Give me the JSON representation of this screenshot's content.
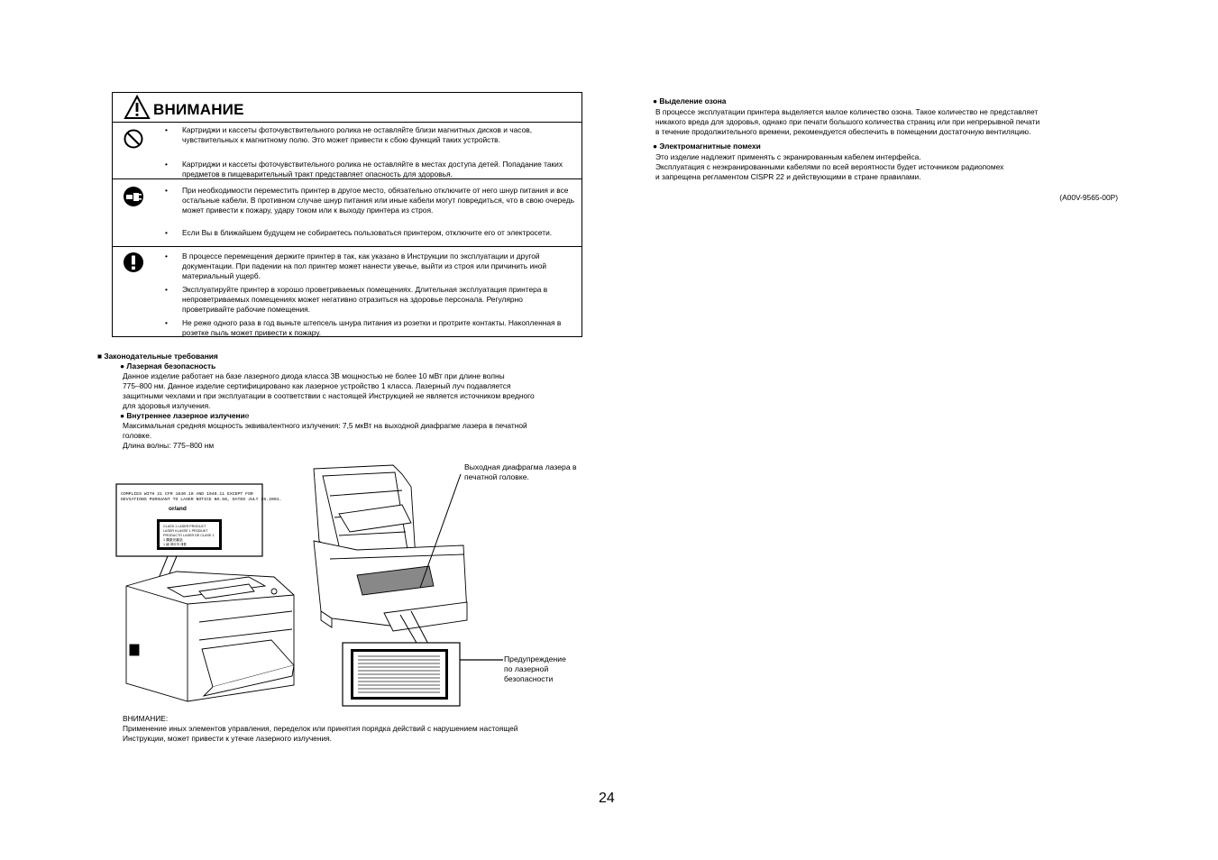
{
  "warning_box": {
    "title": "ВНИМАНИЕ",
    "rows": [
      {
        "icon": "prohibited-icon",
        "items": [
          "Картриджи и кассеты фоточувствительного ролика не оставляйте близи магнитных дисков и часов, чувствительных к магнитному полю. Это может привести к сбою функций таких устройств.",
          "Картриджи и кассеты фоточувствительного ролика не оставляйте в местах доступа детей. Попадание таких предметов в пищеварительный тракт представляет опасность для здоровья."
        ]
      },
      {
        "icon": "unplug-icon",
        "items": [
          "При необходимости переместить принтер в другое место, обязательно отключите от него шнур питания и все остальные кабели. В противном случае шнур питания или иные кабели могут повредиться, что в свою очередь может привести к пожару, удару током или к выходу принтера из строя.",
          "Если Вы в ближайшем будущем не собираетесь пользоваться принтером, отключите его от электросети."
        ]
      },
      {
        "icon": "exclamation-icon",
        "items": [
          "В процессе перемещения держите принтер в так, как указано в Инструкции по эксплуатации и другой документации. При падении на пол принтер может нанести увечье, выйти из строя или причинить иной материальный ущерб.",
          "Эксплуатируйте принтер в хорошо проветриваемых помещениях. Длительная эксплуатация принтера в непроветриваемых помещениях может негативно отразиться на здоровье персонала. Регулярно проветривайте рабочие помещения.",
          "Не реже одного раза в год выньте штепсель шнура питания из розетки и протрите контакты. Накопленная в розетке пыль может привести к пожару."
        ]
      }
    ],
    "bullet": "•"
  },
  "legal": {
    "heading": "■ Законодательные требования",
    "laser_safety_title": "● Лазерная безопасность",
    "laser_safety_text": [
      "Данное изделие работает на базе лазерного диода класса 3В мощностью не более 10 мВт при длине волны",
      "775–800 нм. Данное изделие сертифицировано как лазерное устройство 1 класса. Лазерный луч подавляется",
      "защитными чехлами и при эксплуатации в соответствии с настоящей Инструкцией не является источником вредного",
      "для здоровья излучения."
    ],
    "internal_title": "● Внутреннее лазерное излучени",
    "internal_title_tail": "е",
    "internal_text": [
      "Максимальная средняя мощность эквивалентного излучения: 7,5 мкВт на выходной диафрагме лазера в печатной",
      "головке.",
      "Длина волны: 775–800 нм"
    ]
  },
  "figure": {
    "label_lines": [
      "COMPLIES WITH 21 CFR 1040.10 AND 1040.11 EXCEPT FOR",
      "DEVIATIONS PURSUANT TO LASER NOTICE NO.50, DATED JULY 26.2001."
    ],
    "or_and": "or/and",
    "class_label": [
      "CLASS 1 LASER PRODUCT",
      "LASER KLASSE 1 PRODUKT",
      "PRODUCTO LASER DE CLASE 1",
      "1 類激光產品",
      "1 級 레이저 제품"
    ],
    "aperture_callout": [
      "Выходная диафрагма лазера в",
      "печатной головке."
    ],
    "warning_callout": [
      "Предупреждение",
      "по лазерной",
      "безопасности"
    ]
  },
  "caution": {
    "title": "ВНИМАНИЕ:",
    "lines": [
      "Применение иных элементов управления, переделок или принятия порядка действий с нарушением настоящей",
      "Инструкции, может привести к утечке лазерного излучения."
    ]
  },
  "right": {
    "ozone_title": "● Выделение озона",
    "ozone_lines": [
      "В процессе эксплуатации принтера выделяется малое количество озона. Такое количество не представляет",
      "никакого вреда для здоровья, однако при печати большого количества страниц или при непрерывной печати",
      "в течение продолжительного времени, рекомендуется обеспечить в помещении достаточную вентиляцию."
    ],
    "emi_title": "● Электромагнитные помехи",
    "emi_lines": [
      "Это изделие надлежит применять с экранированным кабелем интерфейса.",
      "Эксплуатация с неэкранированными кабелями по всей вероятности будет источником радиопомех",
      "и запрещена регламентом CISPR 22 и действующими в стране правилами."
    ],
    "doc_code": "(A00V-9565-00P)"
  },
  "page_number": "24"
}
